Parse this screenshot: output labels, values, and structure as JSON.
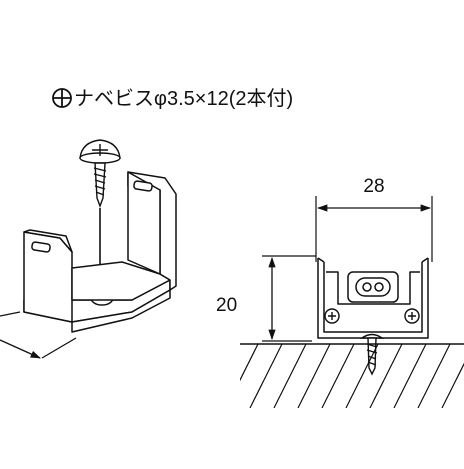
{
  "screw_spec": {
    "head_symbol": "⊕",
    "text": "ナベビスφ3.5×12(2本付)"
  },
  "dimensions": {
    "width": "28",
    "height": "20"
  }
}
